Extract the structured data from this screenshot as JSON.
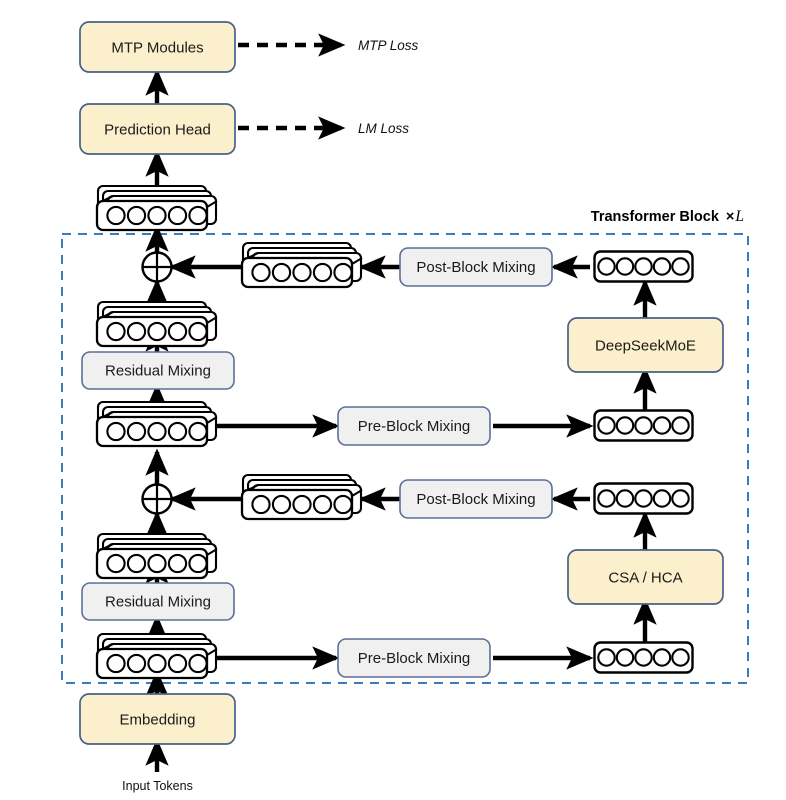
{
  "diagram": {
    "title": "Transformer Block",
    "repeat_marker": "×",
    "repeat_symbol": "L",
    "colors": {
      "module_fill": "#fcefcb",
      "module_stroke": "#47618b",
      "mixing_fill": "#f0f0f0",
      "mixing_stroke": "#5b7095",
      "token_fill": "#ffffff",
      "token_stroke": "#000000",
      "arrow": "#000000",
      "block_border": "#3a7abd",
      "text": "#1a1a1a"
    },
    "boxes": {
      "mtp_modules": "MTP Modules",
      "prediction_head": "Prediction Head",
      "residual_mixing_upper": "Residual Mixing",
      "residual_mixing_lower": "Residual Mixing",
      "post_block_mixing_upper": "Post-Block Mixing",
      "post_block_mixing_lower": "Post-Block Mixing",
      "pre_block_mixing_upper": "Pre-Block Mixing",
      "pre_block_mixing_lower": "Pre-Block Mixing",
      "deepseekmoe": "DeepSeekMoE",
      "csa_hca": "CSA / HCA",
      "embedding": "Embedding"
    },
    "labels": {
      "mtp_loss": "MTP Loss",
      "lm_loss": "LM Loss",
      "input_tokens": "Input Tokens"
    },
    "tokens_per_stack": 5,
    "stack_layers_multi": 3,
    "stack_layers_single": 1,
    "merge_nodes": [
      {
        "name": "residual-add-upper",
        "glyph": "⊕"
      },
      {
        "name": "residual-add-lower",
        "glyph": "⊕"
      }
    ]
  }
}
